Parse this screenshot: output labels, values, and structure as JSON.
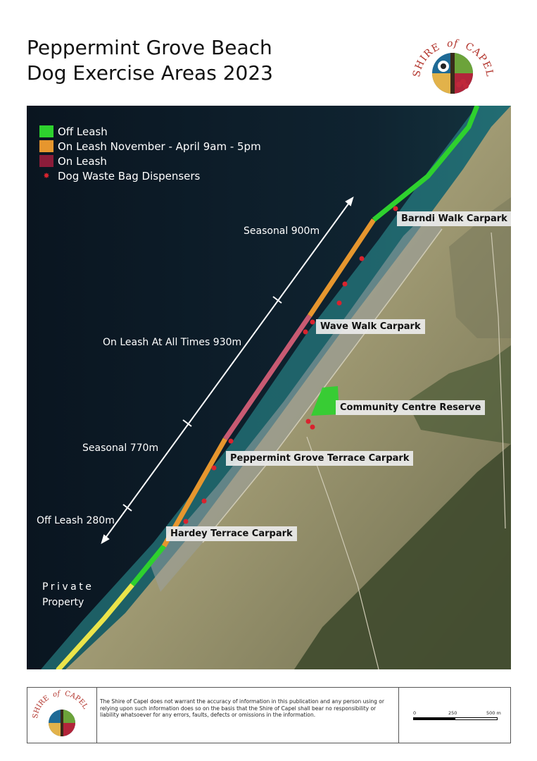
{
  "title": {
    "line1": "Peppermint Grove Beach",
    "line2": "Dog Exercise Areas 2023"
  },
  "logo": {
    "text_shire": "SHIRE",
    "text_of": "of",
    "text_capel": "CAPEL"
  },
  "legend": [
    {
      "label": "Off Leash",
      "color": "#2ed12e"
    },
    {
      "label": "On Leash November - April 9am - 5pm",
      "color": "#e6962e"
    },
    {
      "label": "On Leash",
      "color": "#8b1c3a"
    },
    {
      "label": "Dog Waste Bag Dispensers",
      "color": "#d9232e"
    }
  ],
  "segments": {
    "seasonal_north": "Seasonal 900m",
    "on_leash": "On Leash At All Times 930m",
    "seasonal_south": "Seasonal 770m",
    "off_leash": "Off Leash 280m"
  },
  "private_property": {
    "line1": "Private",
    "line2": "Property"
  },
  "carparks": {
    "barndi": "Barndi Walk Carpark",
    "wave": "Wave Walk Carpark",
    "community": "Community Centre Reserve",
    "terrace": "Peppermint Grove Terrace Carpark",
    "hardey": "Hardey Terrace Carpark"
  },
  "footer": {
    "disclaimer": "The Shire of Capel does not warrant the accuracy of information in this publication and any person using or relying upon such information does so on the basis that the Shire of Capel shall bear no responsibility or liability whatsoever for any errors, faults, defects or omissions in the information.",
    "scale": {
      "start": "0",
      "mid": "250",
      "end": "500 m"
    }
  }
}
